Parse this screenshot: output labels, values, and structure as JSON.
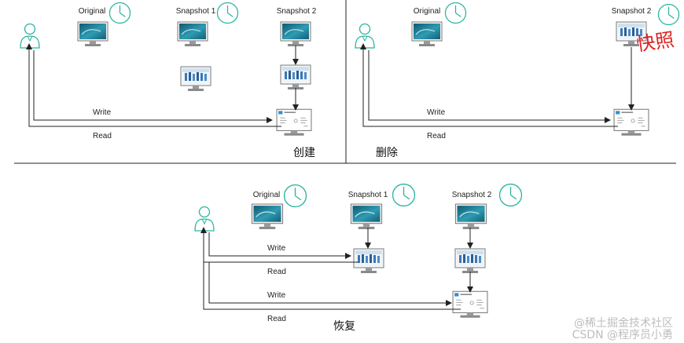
{
  "panels": {
    "create": {
      "caption": "创建",
      "labels": {
        "original": "Original",
        "snapshot1": "Snapshot 1",
        "snapshot2": "Snapshot 2"
      },
      "arrows": {
        "write": "Write",
        "read": "Read"
      }
    },
    "delete": {
      "caption": "删除",
      "labels": {
        "original": "Original",
        "snapshot2": "Snapshot 2"
      },
      "stamp": "快照",
      "arrows": {
        "write": "Write",
        "read": "Read"
      }
    },
    "restore": {
      "caption": "恢复",
      "labels": {
        "original": "Original",
        "snapshot1": "Snapshot 1",
        "snapshot2": "Snapshot 2"
      },
      "arrows": {
        "write1": "Write",
        "read1": "Read",
        "write2": "Write",
        "read2": "Read"
      }
    }
  },
  "watermark": {
    "line1": "@稀土掘金技术社区",
    "line2": "CSDN @程序员小勇"
  },
  "colors": {
    "accent": "#2ab5a0",
    "line": "#222222",
    "monitor_frame": "#7a7a7a",
    "ocean_screen": "#1f7f95",
    "stamp": "#dd2222"
  }
}
